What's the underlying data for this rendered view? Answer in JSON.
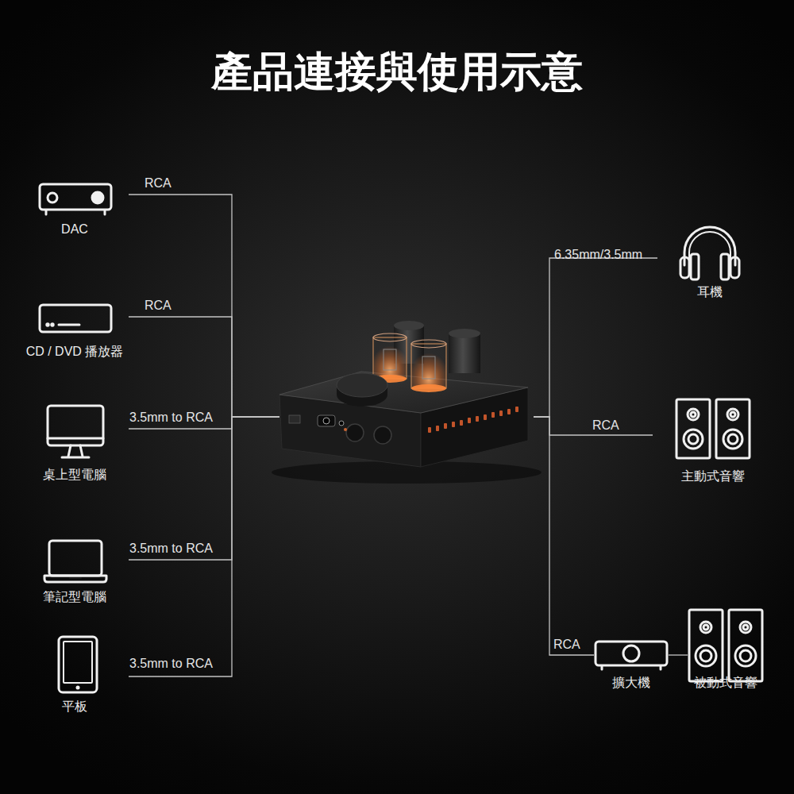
{
  "diagram": {
    "title": "產品連接與使用示意",
    "nodes": [
      {
        "text": [
          "DAC"
        ]
      },
      {
        "text": [
          "CD / DVD 播放器"
        ]
      },
      {
        "text": [
          "桌上型電腦"
        ]
      },
      {
        "text": [
          "筆記型電腦"
        ]
      },
      {
        "text": [
          "平板"
        ]
      },
      {
        "text": []
      },
      {
        "text": [
          "耳機"
        ]
      },
      {
        "text": [
          "主動式音響"
        ]
      },
      {
        "text": [
          "擴大機"
        ]
      },
      {
        "text": [
          "被動式音響"
        ]
      }
    ],
    "edges": [
      {
        "from": 0,
        "to": 5,
        "label": "RCA",
        "arrow": "none"
      },
      {
        "from": 1,
        "to": 5,
        "label": "RCA",
        "arrow": "none"
      },
      {
        "from": 2,
        "to": 5,
        "label": "3.5mm to RCA",
        "arrow": "none"
      },
      {
        "from": 3,
        "to": 5,
        "label": "3.5mm to RCA",
        "arrow": "none"
      },
      {
        "from": 4,
        "to": 5,
        "label": "3.5mm to RCA",
        "arrow": "none"
      },
      {
        "from": 5,
        "to": 6,
        "label": "6.35mm/3.5mm",
        "arrow": "none"
      },
      {
        "from": 5,
        "to": 7,
        "label": "RCA",
        "arrow": "none"
      },
      {
        "from": 5,
        "to": 8,
        "label": "RCA",
        "arrow": "none"
      },
      {
        "from": 8,
        "to": 9,
        "arrow": "none"
      }
    ]
  }
}
